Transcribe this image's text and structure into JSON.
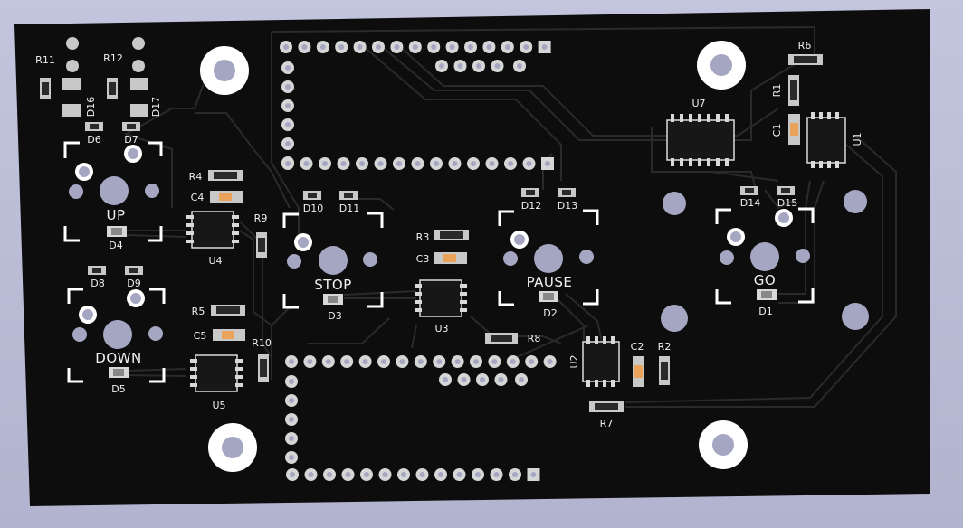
{
  "board": {
    "colors": {
      "background": "#b8bad4",
      "board": "#0d0d0d",
      "silkscreen": "#f0f0f0",
      "pad": "#d0d0d0",
      "hole": "#a5a7c2",
      "capacitor_body": "#e9a35a",
      "trace": "#2a2a2a"
    },
    "buttons": [
      {
        "label": "UP",
        "led": "D4"
      },
      {
        "label": "DOWN",
        "led": "D5"
      },
      {
        "label": "STOP",
        "led": "D3"
      },
      {
        "label": "PAUSE",
        "led": "D2"
      },
      {
        "label": "GO",
        "led": "D1"
      }
    ],
    "ics": [
      {
        "ref": "U4"
      },
      {
        "ref": "U5"
      },
      {
        "ref": "U3"
      },
      {
        "ref": "U2"
      },
      {
        "ref": "U7"
      },
      {
        "ref": "U1"
      }
    ],
    "resistors": [
      "R11",
      "R12",
      "R4",
      "R9",
      "R5",
      "R10",
      "R3",
      "R8",
      "R7",
      "R2",
      "R6",
      "R1"
    ],
    "capacitors": [
      "C4",
      "C5",
      "C3",
      "C2",
      "C1"
    ],
    "leds": [
      "D6",
      "D7",
      "D8",
      "D9",
      "D10",
      "D11",
      "D12",
      "D13",
      "D14",
      "D15",
      "D16",
      "D17"
    ]
  }
}
